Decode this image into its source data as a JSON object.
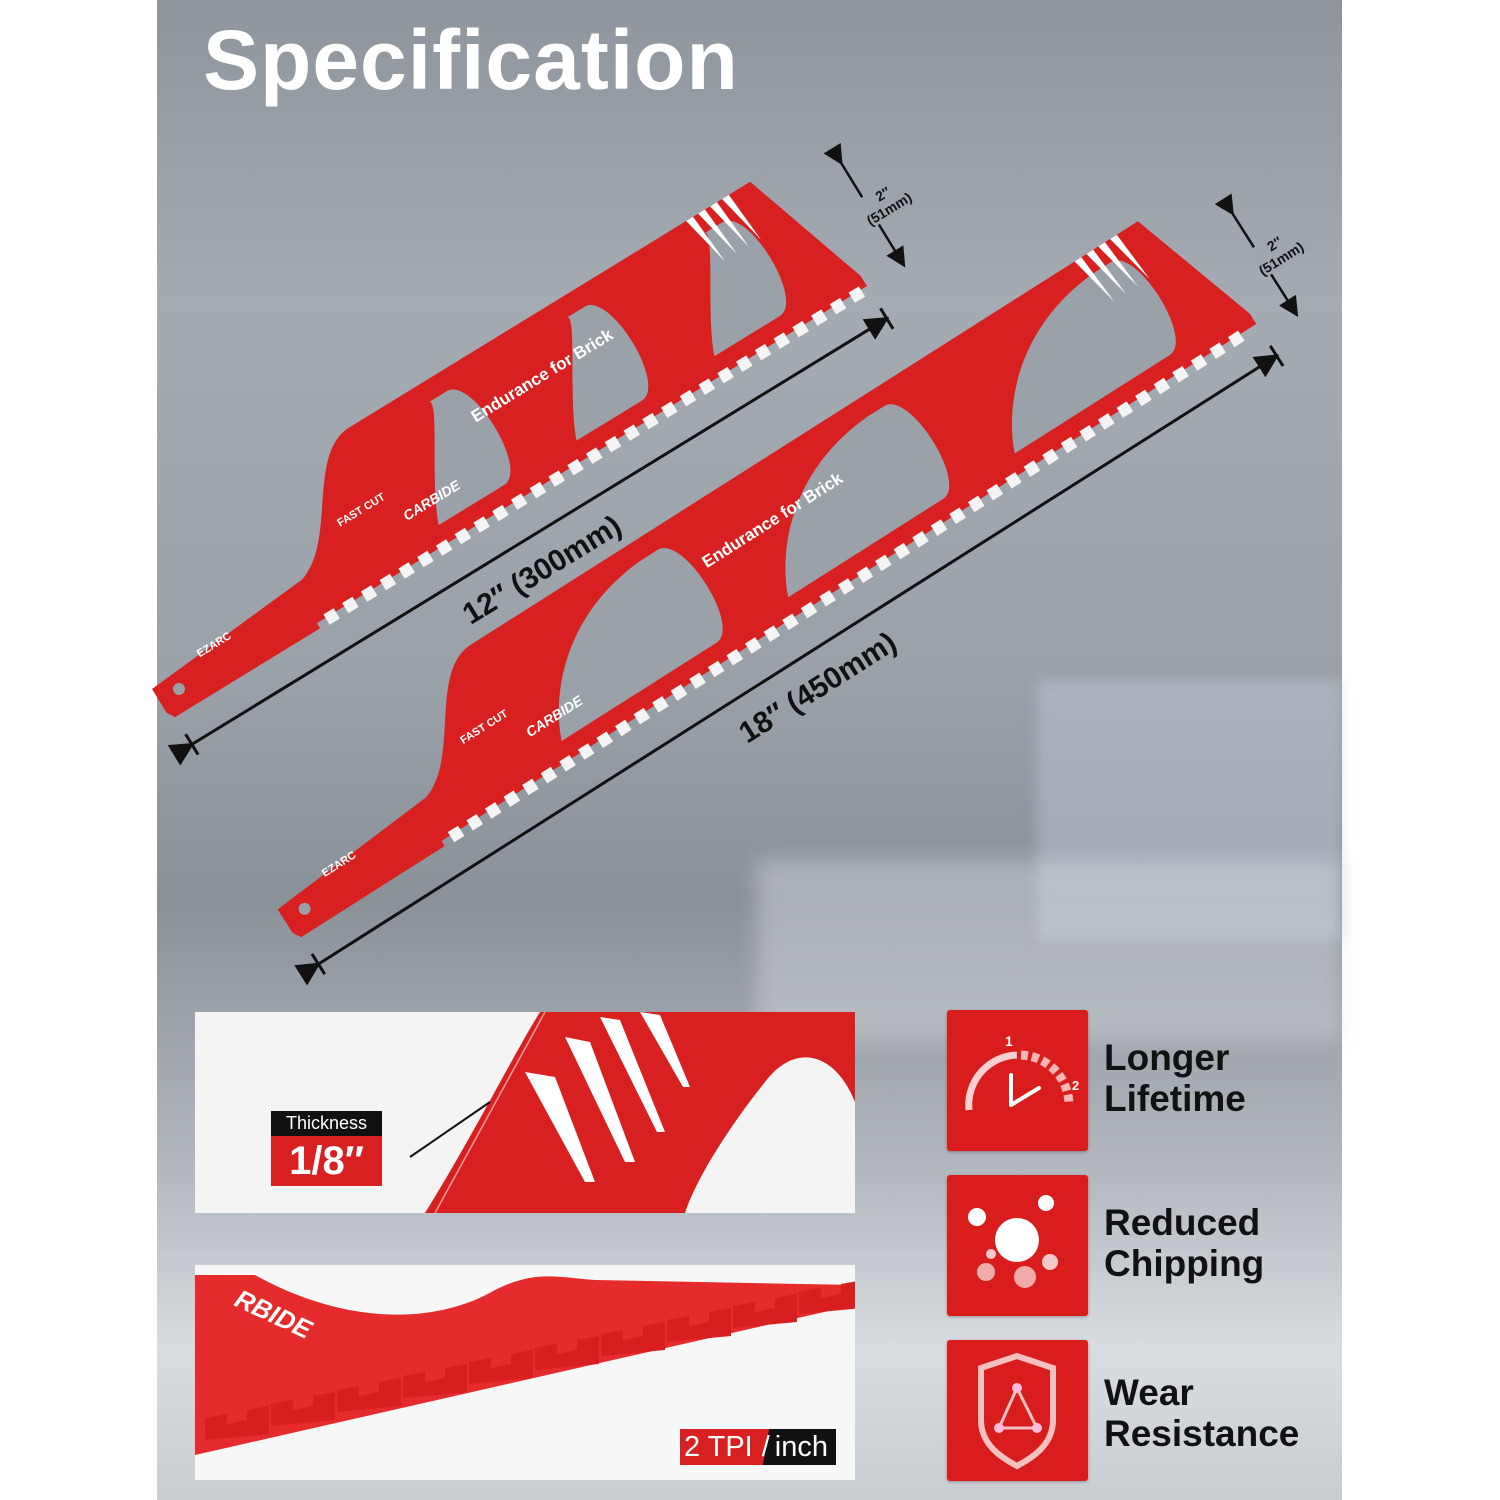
{
  "title": "Specification",
  "brand_color": "#d7201f",
  "blades": [
    {
      "length_label": "12″ (300mm)",
      "height_label_in": "2″",
      "height_label_mm": "(51mm)",
      "text_main": "Endurance for Brick",
      "text_fast": "FAST CUT",
      "text_carbide": "CARBIDE",
      "logo": "EZARC"
    },
    {
      "length_label": "18″ (450mm)",
      "height_label_in": "2″",
      "height_label_mm": "(51mm)",
      "text_main": "Endurance for Brick",
      "text_fast": "FAST CUT",
      "text_carbide": "CARBIDE",
      "logo": "EZARC"
    }
  ],
  "thickness": {
    "label": "Thickness",
    "value": "1/8″"
  },
  "tpi": {
    "value": "2 TPI",
    "sep": "/",
    "unit": "inch"
  },
  "detail_text": "RBIDE",
  "features": [
    {
      "icon": "speedometer-icon",
      "line1": "Longer",
      "line2": "Lifetime",
      "gauge_1": "1",
      "gauge_2": "2"
    },
    {
      "icon": "particles-icon",
      "line1": "Reduced",
      "line2": "Chipping"
    },
    {
      "icon": "shield-icon",
      "line1": "Wear",
      "line2": "Resistance"
    }
  ]
}
